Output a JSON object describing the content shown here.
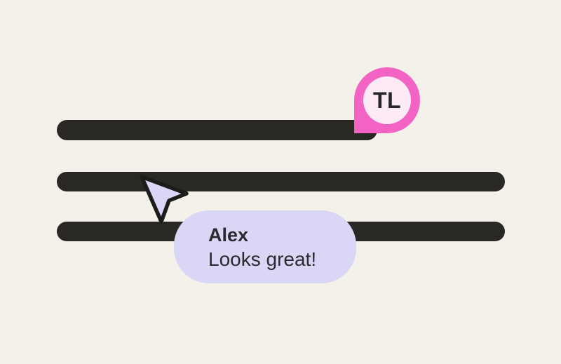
{
  "illustration": {
    "background_color": "#f3f1ea",
    "document_skeleton": {
      "line_color": "#2a2825",
      "line_count": 3
    },
    "collaborator_badge": {
      "initials": "TL",
      "ring_color": "#f263c3",
      "fill_color": "#fdeaf7",
      "text_color": "#262626"
    },
    "collaborator_cursor": {
      "fill_color": "#d9d6f6",
      "outline_color": "#1c1c1a"
    },
    "comment_bubble": {
      "author": "Alex",
      "message": "Looks great!",
      "background_color": "#d9d6f6",
      "text_color": "#2b2a2e"
    }
  }
}
